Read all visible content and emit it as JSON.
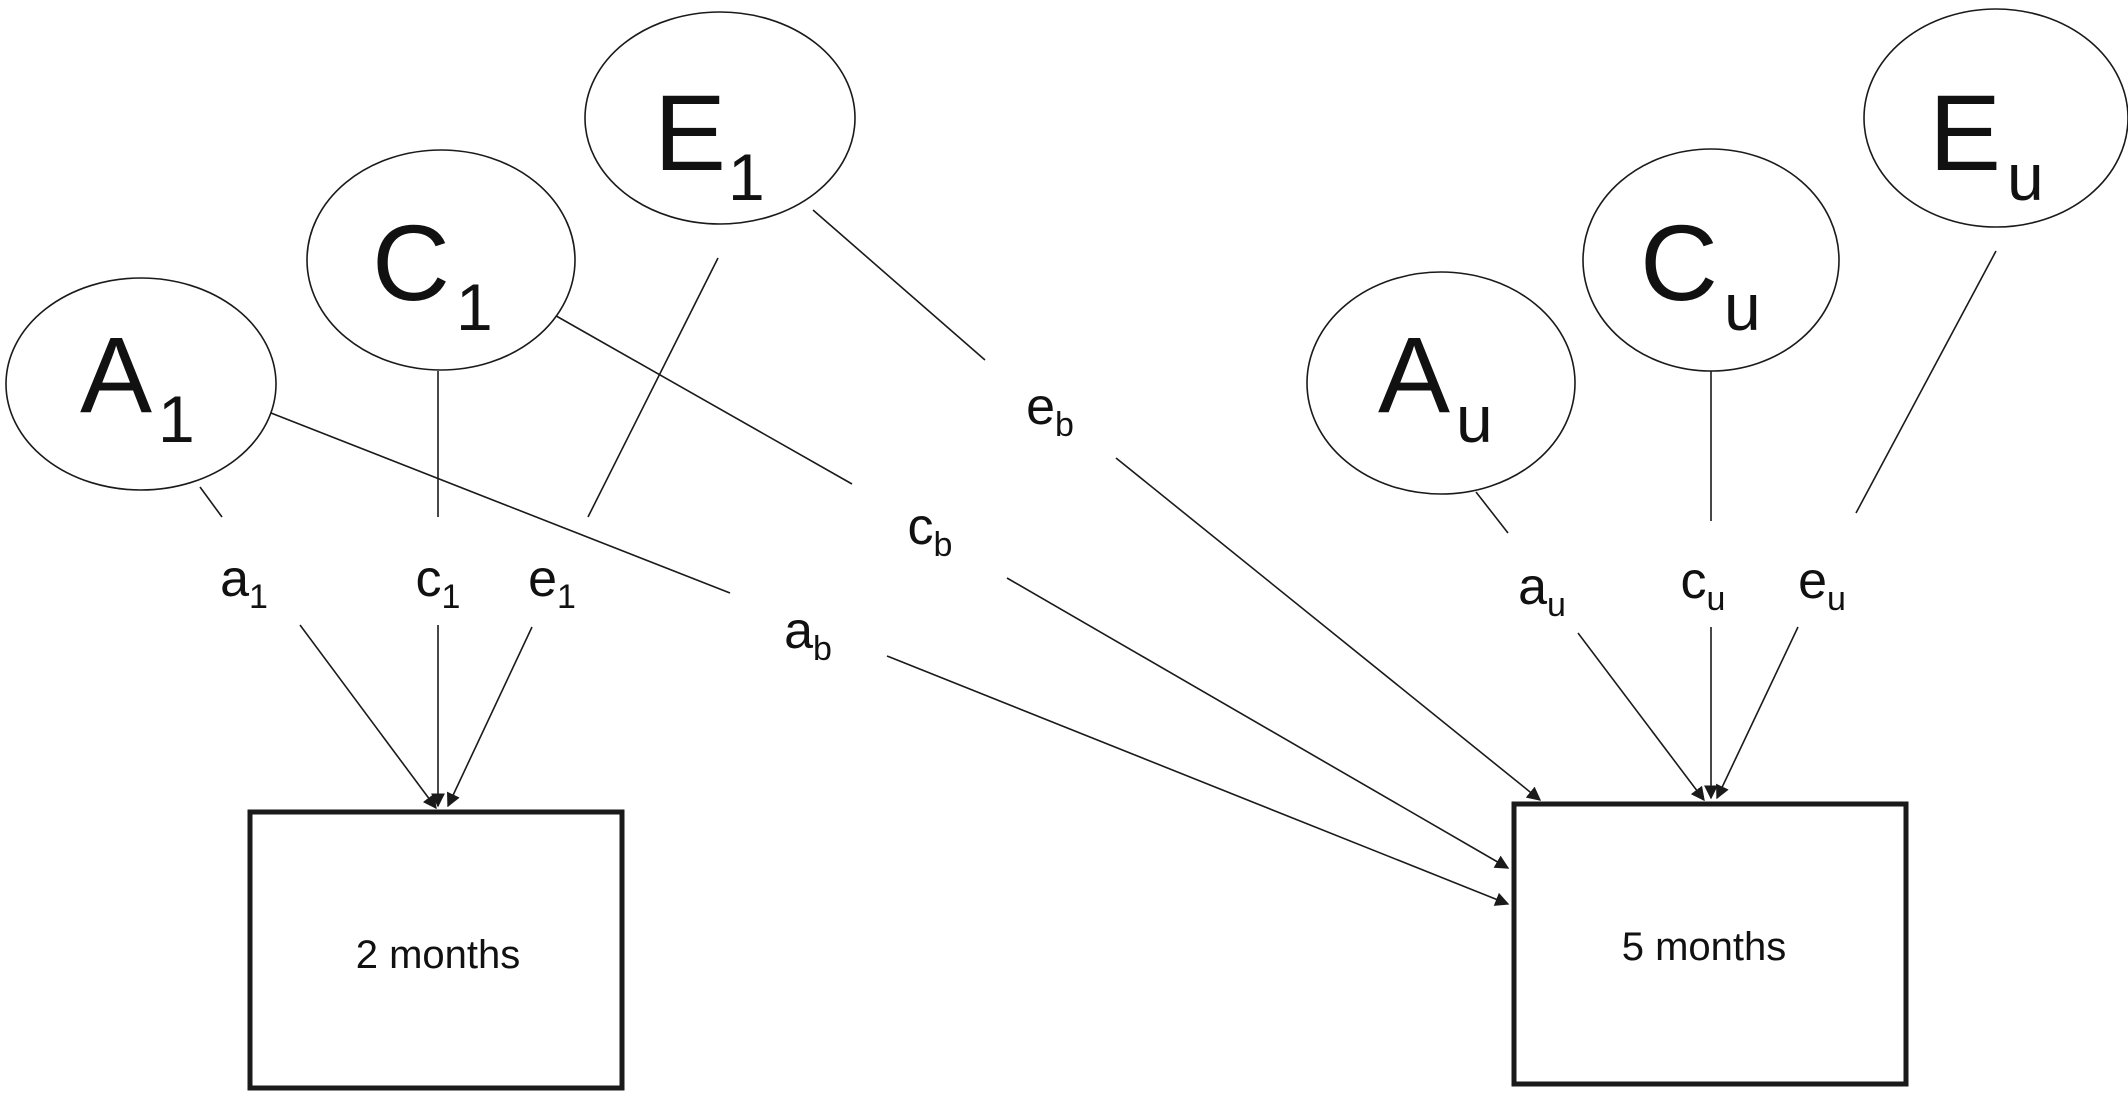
{
  "latents": {
    "A1": {
      "main": "A",
      "sub": "1"
    },
    "C1": {
      "main": "C",
      "sub": "1"
    },
    "E1": {
      "main": "E",
      "sub": "1"
    },
    "Au": {
      "main": "A",
      "sub": "u"
    },
    "Cu": {
      "main": "C",
      "sub": "u"
    },
    "Eu": {
      "main": "E",
      "sub": "u"
    }
  },
  "paths": {
    "a1": {
      "main": "a",
      "sub": "1"
    },
    "c1": {
      "main": "c",
      "sub": "1"
    },
    "e1": {
      "main": "e",
      "sub": "1"
    },
    "ab": {
      "main": "a",
      "sub": "b"
    },
    "cb": {
      "main": "c",
      "sub": "b"
    },
    "eb": {
      "main": "e",
      "sub": "b"
    },
    "au": {
      "main": "a",
      "sub": "u"
    },
    "cu": {
      "main": "c",
      "sub": "u"
    },
    "eu": {
      "main": "e",
      "sub": "u"
    }
  },
  "boxes": {
    "m2": {
      "label": "2 months"
    },
    "m5": {
      "label": "5 months"
    }
  },
  "colors": {
    "stroke": "#1a1a1a",
    "background": "#ffffff"
  }
}
